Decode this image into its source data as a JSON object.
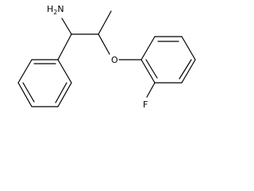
{
  "structure": {
    "atoms": {
      "amine": {
        "symbol": "H",
        "subscript": "2",
        "element": "N"
      },
      "ether_oxygen": {
        "symbol": "O"
      },
      "fluorine": {
        "symbol": "F"
      }
    }
  }
}
